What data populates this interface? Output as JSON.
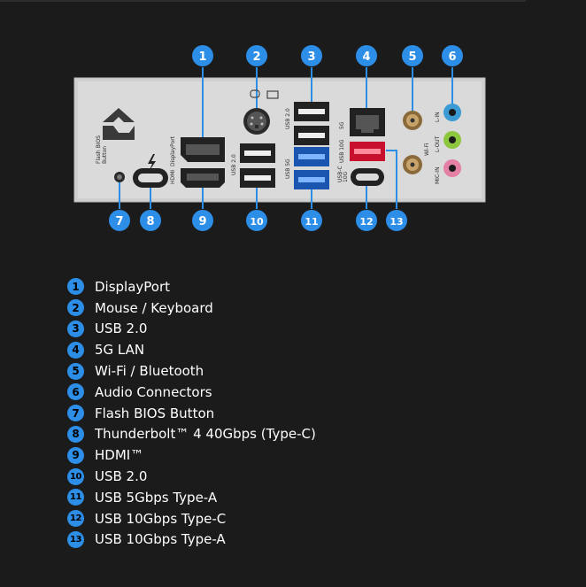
{
  "colors": {
    "badge_blue": "#2d8ee8",
    "background": "#1b1b1b",
    "panel": "#d2d2d2",
    "text": "#ffffff"
  },
  "panel_labels": {
    "flash_bios": "Flash BIOS",
    "flash_bios_button": "Button",
    "displayport": "DisplayPort",
    "hdmi": "HDMI",
    "usb20_left": "USB 2.0",
    "usb20_top": "USB 2.0",
    "usb5g": "USB 5G",
    "g5": "5G",
    "usb10g": "USB 10G",
    "usb_c": "USB-C",
    "usb_c_10g": "10G",
    "wifi": "Wi-Fi",
    "line_in": "L-IN",
    "line_out": "L-OUT",
    "mic_in": "MIC-IN"
  },
  "items": [
    {
      "number": "1",
      "label": "DisplayPort"
    },
    {
      "number": "2",
      "label": "Mouse / Keyboard"
    },
    {
      "number": "3",
      "label": "USB 2.0"
    },
    {
      "number": "4",
      "label": "5G LAN"
    },
    {
      "number": "5",
      "label": "Wi-Fi / Bluetooth"
    },
    {
      "number": "6",
      "label": "Audio Connectors"
    },
    {
      "number": "7",
      "label": "Flash BIOS Button"
    },
    {
      "number": "8",
      "label": "Thunderbolt™ 4 40Gbps (Type-C)"
    },
    {
      "number": "9",
      "label": "HDMI™"
    },
    {
      "number": "10",
      "label": "USB 2.0"
    },
    {
      "number": "11",
      "label": "USB 5Gbps Type-A"
    },
    {
      "number": "12",
      "label": "USB 10Gbps Type-C"
    },
    {
      "number": "13",
      "label": "USB 10Gbps Type-A"
    }
  ]
}
